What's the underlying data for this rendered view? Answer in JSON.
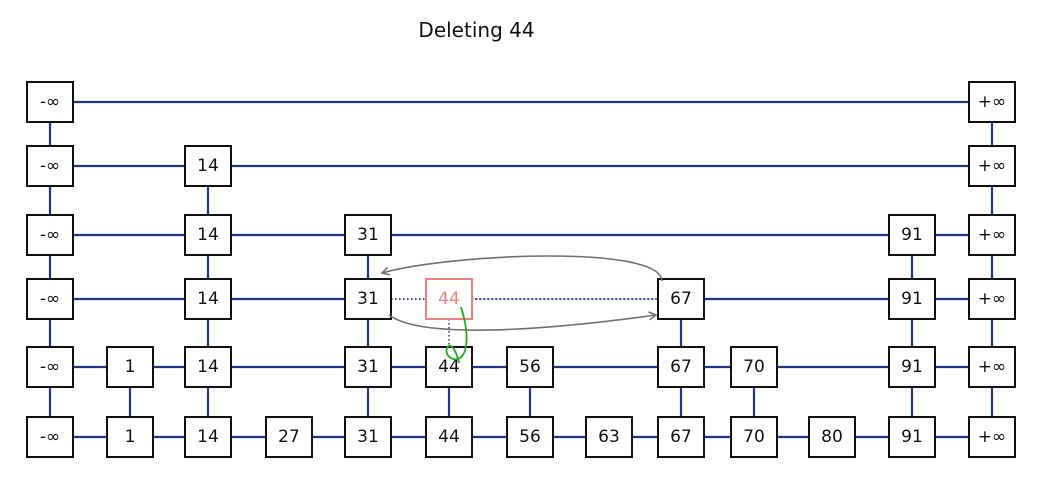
{
  "title": "Deleting 44",
  "colors": {
    "link": "#1f3585",
    "node_border": "#111111",
    "deleted": "#f08080",
    "arrow_gray": "#707070",
    "arrow_green": "#22aa22"
  },
  "levels": [
    [
      "-∞",
      "+∞"
    ],
    [
      "-∞",
      "14",
      "+∞"
    ],
    [
      "-∞",
      "14",
      "31",
      "91",
      "+∞"
    ],
    [
      "-∞",
      "14",
      "31",
      "44",
      "67",
      "91",
      "+∞"
    ],
    [
      "-∞",
      "1",
      "14",
      "31",
      "44",
      "56",
      "67",
      "70",
      "91",
      "+∞"
    ],
    [
      "-∞",
      "1",
      "14",
      "27",
      "31",
      "44",
      "56",
      "63",
      "67",
      "70",
      "80",
      "91",
      "+∞"
    ]
  ],
  "deleting": "44",
  "deleted_level": 3
}
